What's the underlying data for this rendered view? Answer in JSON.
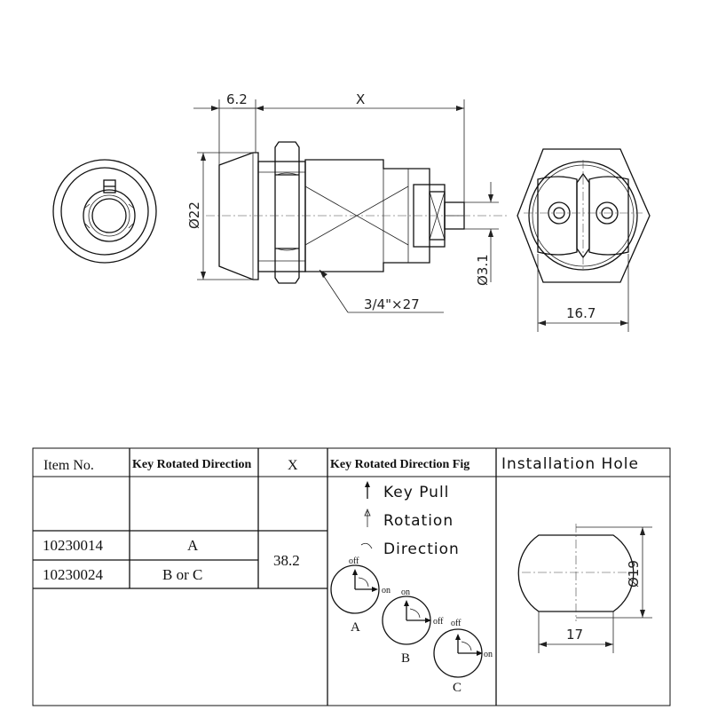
{
  "dimensions": {
    "flange_thickness": "6.2",
    "body_length": "X",
    "flange_diameter": "Ø22",
    "pin_diameter": "Ø3.1",
    "thread": "3/4\"×27",
    "hex_width": "16.7",
    "hole_diameter": "Ø19",
    "hole_flat": "17"
  },
  "table": {
    "headers": [
      "Item No.",
      "Key Rotated Direction",
      "X",
      "Key Rotated Direction Fig",
      "Installation Hole"
    ],
    "rows": [
      {
        "item": "10230014",
        "direction": "A"
      },
      {
        "item": "10230024",
        "direction": "B or C"
      }
    ],
    "x_value": "38.2"
  },
  "legend": {
    "line1": "Key Pull",
    "line2": "Rotation",
    "line3": "Direction"
  },
  "figures": {
    "off": "off",
    "on": "on",
    "labels": [
      "A",
      "B",
      "C"
    ]
  }
}
